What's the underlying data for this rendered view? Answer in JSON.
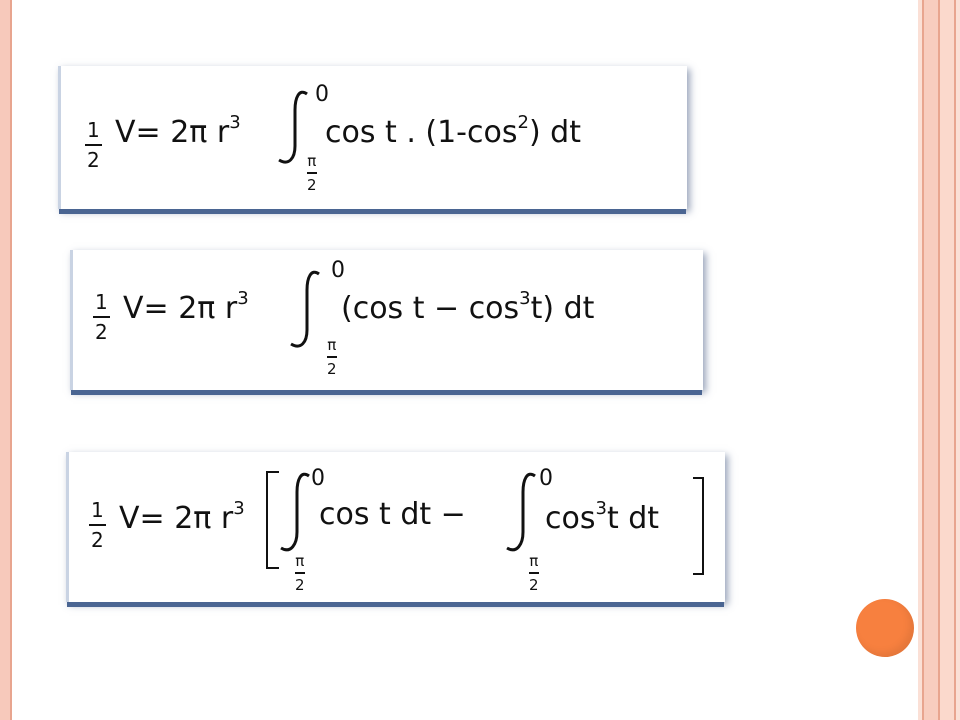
{
  "slide": {
    "accent_colors": {
      "frame": "#f7c9bb",
      "dot": "#f7803f",
      "box_shadow": "#4a6592"
    },
    "equations": [
      {
        "half_num": "1",
        "half_den": "2",
        "lhs": "V= 2π r",
        "exp": "3",
        "upper": "0",
        "lower_num": "π",
        "lower_den": "2",
        "integrand_a": "cos t . (1-cos",
        "integrand_exp": "2",
        "integrand_b": ") dt"
      },
      {
        "half_num": "1",
        "half_den": "2",
        "lhs": "V= 2π r",
        "exp": "3",
        "upper": "0",
        "lower_num": "π",
        "lower_den": "2",
        "integrand_a": "(cos t − cos",
        "integrand_exp": "3",
        "integrand_b": "t)  dt"
      },
      {
        "half_num": "1",
        "half_den": "2",
        "lhs": "V= 2π r",
        "exp": "3",
        "upper1": "0",
        "lower1_num": "π",
        "lower1_den": "2",
        "term1": "cos t dt −",
        "upper2": "0",
        "lower2_num": "π",
        "lower2_den": "2",
        "term2_a": "cos",
        "term2_exp": "3",
        "term2_b": "t  dt"
      }
    ]
  }
}
